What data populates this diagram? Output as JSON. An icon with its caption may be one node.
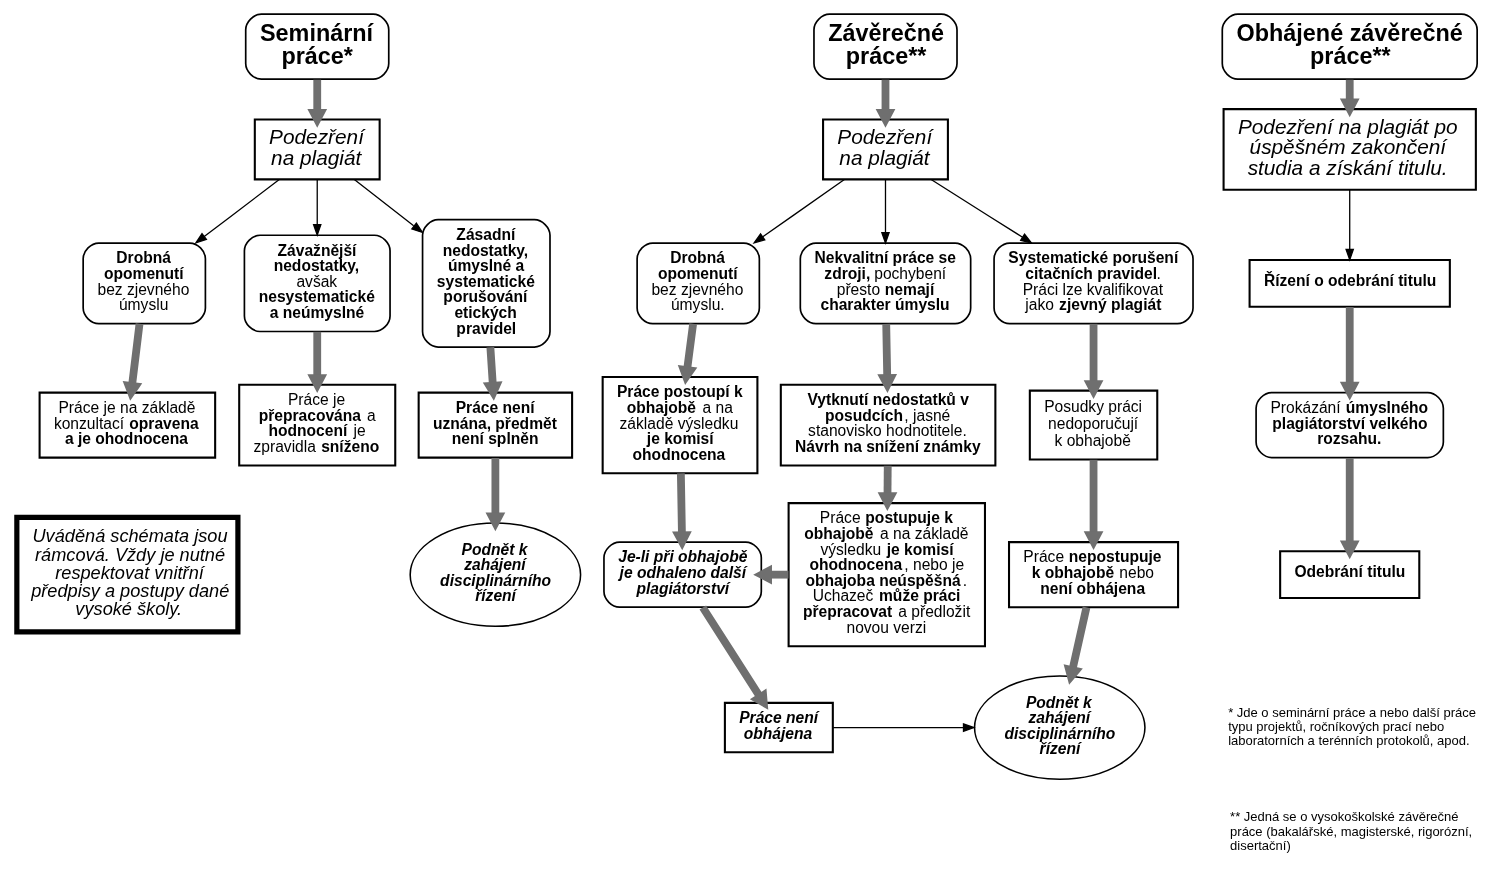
{
  "diagram": {
    "nodes": [
      {
        "text": [
          "Seminární práce*"
        ]
      },
      {
        "text": [
          "Podezření na plagiát"
        ]
      },
      {
        "text": [
          "**Drobná opomenutí** bez zjevného úmyslu"
        ]
      },
      {
        "text": [
          "**Závažnější nedostatky,** avšak **nesystematické a neúmyslné**"
        ]
      },
      {
        "text": [
          "Zásadní nedostatky, úmyslné a systematické porušování etických pravidel"
        ]
      },
      {
        "text": [
          "Práce je na základě konzultací **opravena a je ohodnocena**"
        ]
      },
      {
        "text": [
          "Práce je **přepracována** a **hodnocení** je zpravidla **sníženo**"
        ]
      },
      {
        "text": [
          "Práce není uznána, předmět není splněn"
        ]
      },
      {
        "text": [
          "Podnět k zahájení disciplinárního řízení"
        ]
      },
      {
        "text": [
          "Uváděná schémata jsou rámcová. Vždy je nutné respektovat vnitřní předpisy a postupy dané vysoké školy."
        ]
      },
      {
        "text": [
          "Závěrečné práce**"
        ]
      },
      {
        "text": [
          "Podezření na plagiát"
        ]
      },
      {
        "text": [
          "**Drobná opomenutí** bez zjevného úmyslu."
        ]
      },
      {
        "text": [
          "**Nekvalitní práce se zdroji,** pochybení přesto **nemají charakter úmyslu**"
        ]
      },
      {
        "text": [
          "**Systematické porušení citačních pravidel**. Práci lze kvalifikovat jako **zjevný plagiát**"
        ]
      },
      {
        "text": [
          "**Práce postoupí k obhajobě** a na základě výsledku **je komisí ohodnocena**"
        ]
      },
      {
        "text": [
          "**Vytknutí nedostatků v posudcích**, jasné stanovisko hodnotitele. **Návrh na snížení známky**"
        ]
      },
      {
        "text": [
          "Posudky práci nedoporučují k obhajobě"
        ]
      },
      {
        "text": [
          "Je-li při obhajobě je odhaleno další plagiátorství"
        ]
      },
      {
        "text": [
          "Práce **postupuje k obhajobě** a na základě výsledku **je komisí ohodnocena**, nebo je **obhajoba neúspěšná**. Uchazeč **může práci přepracovat** a předložit novou verzi"
        ]
      },
      {
        "text": [
          "Práce **nepostupuje k obhajobě** nebo **není obhájena**"
        ]
      },
      {
        "text": [
          "Práce není obhájena"
        ]
      },
      {
        "text": [
          "Podnět k zahájení disciplinárního řízení"
        ]
      },
      {
        "text": [
          "Obhájené závěrečné práce**"
        ]
      },
      {
        "text": [
          "Podezření na plagiát po úspěšném zakončení studia a získání titulu."
        ]
      },
      {
        "text": [
          "Řízení o odebrání titulu"
        ]
      },
      {
        "text": [
          "Prokázání **úmyslného plagiátorství velkého rozsahu.**"
        ]
      },
      {
        "text": [
          "Odebrání titulu"
        ]
      }
    ],
    "edges": [
      {
        "from": 0,
        "to": 1,
        "arrow": "to"
      },
      {
        "from": 1,
        "to": 2,
        "arrow": "to",
        "color": "#000000"
      },
      {
        "from": 1,
        "to": 3,
        "arrow": "to",
        "color": "#000000"
      },
      {
        "from": 1,
        "to": 4,
        "arrow": "to",
        "color": "#000000"
      },
      {
        "from": 2,
        "to": 5,
        "arrow": "to"
      },
      {
        "from": 3,
        "to": 6,
        "arrow": "to"
      },
      {
        "from": 4,
        "to": 7,
        "arrow": "to"
      },
      {
        "from": 7,
        "to": 8,
        "arrow": "to"
      },
      {
        "from": 10,
        "to": 11,
        "arrow": "to"
      },
      {
        "from": 11,
        "to": 12,
        "arrow": "to",
        "color": "#000000"
      },
      {
        "from": 11,
        "to": 13,
        "arrow": "to",
        "color": "#000000"
      },
      {
        "from": 11,
        "to": 14,
        "arrow": "to",
        "color": "#000000"
      },
      {
        "from": 12,
        "to": 15,
        "arrow": "to"
      },
      {
        "from": 13,
        "to": 16,
        "arrow": "to"
      },
      {
        "from": 14,
        "to": 17,
        "arrow": "to"
      },
      {
        "from": 15,
        "to": 18,
        "arrow": "to"
      },
      {
        "from": 16,
        "to": 19,
        "arrow": "to"
      },
      {
        "from": 17,
        "to": 20,
        "arrow": "to"
      },
      {
        "from": 19,
        "to": 18,
        "arrow": "to"
      },
      {
        "from": 18,
        "to": 21,
        "arrow": "to"
      },
      {
        "from": 20,
        "to": 22,
        "arrow": "to"
      },
      {
        "from": 21,
        "to": 22,
        "arrow": "to",
        "color": "#000000"
      },
      {
        "from": 23,
        "to": 24,
        "arrow": "to"
      },
      {
        "from": 24,
        "to": 25,
        "arrow": "to",
        "color": "#000000"
      },
      {
        "from": 25,
        "to": 26,
        "arrow": "to"
      },
      {
        "from": 26,
        "to": 27,
        "arrow": "to"
      }
    ],
    "labels": [
      "* Jde o seminární práce a nebo další práce typu projektů, ročníkových prací nebo laboratorních a terénních protokolů, apod.",
      "** Jedná se o vysokoškolské závěrečné práce (bakalářské, magisterské, rigorózní, disertační)"
    ]
  }
}
